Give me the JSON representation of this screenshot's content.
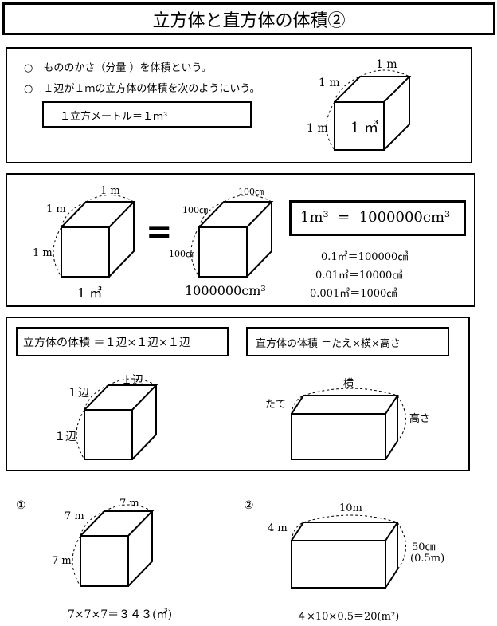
{
  "title": "立方体と直方体の体積②",
  "intro": {
    "bullet_1": "○　もののかさ（分量 ）を体積という。",
    "bullet_2": "○　１辺が１ｍの立方体の体積を次のようにいう。",
    "definition": "１立方メートル＝１ｍ³",
    "cube_top": "1 m",
    "cube_left": "1 m",
    "cube_side": "1 m",
    "cube_face": "1 ㎥"
  },
  "conversion": {
    "left_top": "1 m",
    "left_left": "1 m",
    "left_side": "1 m",
    "left_caption": "1 ㎥",
    "equals": "=",
    "right_top": "100㎝",
    "right_left": "100㎝",
    "right_side": "100㎝",
    "right_caption": "1000000cm³",
    "big_formula": "1m³  =  1000000cm³",
    "line_1": "0.1㎥＝100000㎤",
    "line_2": "0.01㎥＝10000㎤",
    "line_3": "0.001㎥＝1000㎤"
  },
  "formulas": {
    "cube_formula": "立方体の体積 ＝１辺×１辺×１辺",
    "cuboid_formula": "直方体の体積 ＝たえ×横×高さ",
    "cube_top": "１辺",
    "cube_left": "１辺",
    "cube_side": "１辺",
    "cuboid_top": "横",
    "cuboid_left": "たて",
    "cuboid_side": "高さ"
  },
  "examples": {
    "ex1_number": "①",
    "ex1_top": "7 m",
    "ex1_left": "7 m",
    "ex1_side": "7 m",
    "ex1_answer": "7×7×7＝３４３(㎥)",
    "ex2_number": "②",
    "ex2_top": "10m",
    "ex2_left": "4 m",
    "ex2_side_1": "50㎝",
    "ex2_side_2": "(0.5m)",
    "ex2_answer": "４×10×0.5＝20(m²)"
  }
}
